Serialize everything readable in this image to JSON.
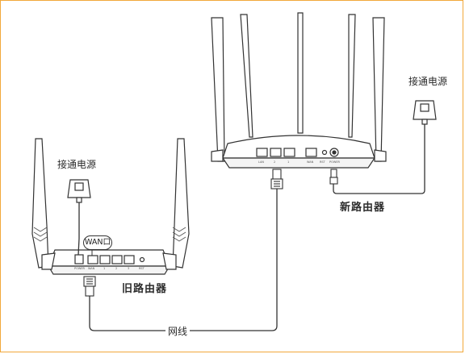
{
  "labels": {
    "new_router_power": "接通电源",
    "old_router_power": "接通电源",
    "new_router": "新路由器",
    "old_router": "旧路由器",
    "wan_port": "WAN口",
    "network_cable": "网线"
  },
  "colors": {
    "frame_border": "#f2a83a",
    "device_stroke": "#333333",
    "device_fill": "#ffffff"
  }
}
